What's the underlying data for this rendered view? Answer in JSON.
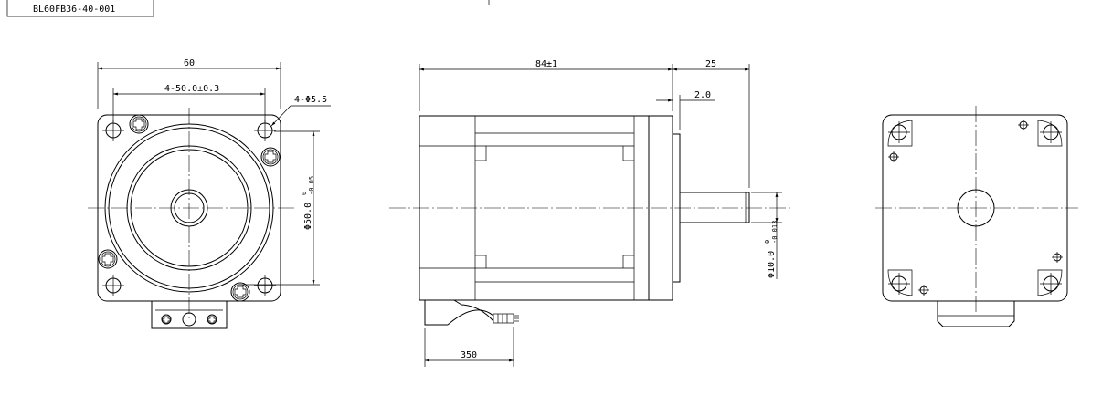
{
  "part_number": "BL60FB36-40-001",
  "front_view": {
    "dim_width": "60",
    "dim_hole_spacing": "4-50.0±0.3",
    "dim_hole_dia": "4-Φ5.5",
    "dim_pilot_main": "Φ50.0",
    "dim_pilot_tol_upper": "0",
    "dim_pilot_tol_lower": "-0.05"
  },
  "side_view": {
    "dim_body_length": "84±1",
    "dim_shaft_length": "25",
    "dim_boss_thickness": "2.0",
    "dim_shaft_main": "Φ10.0",
    "dim_shaft_tol_upper": "0",
    "dim_shaft_tol_lower": "-0.013",
    "dim_lead_length": "350"
  }
}
